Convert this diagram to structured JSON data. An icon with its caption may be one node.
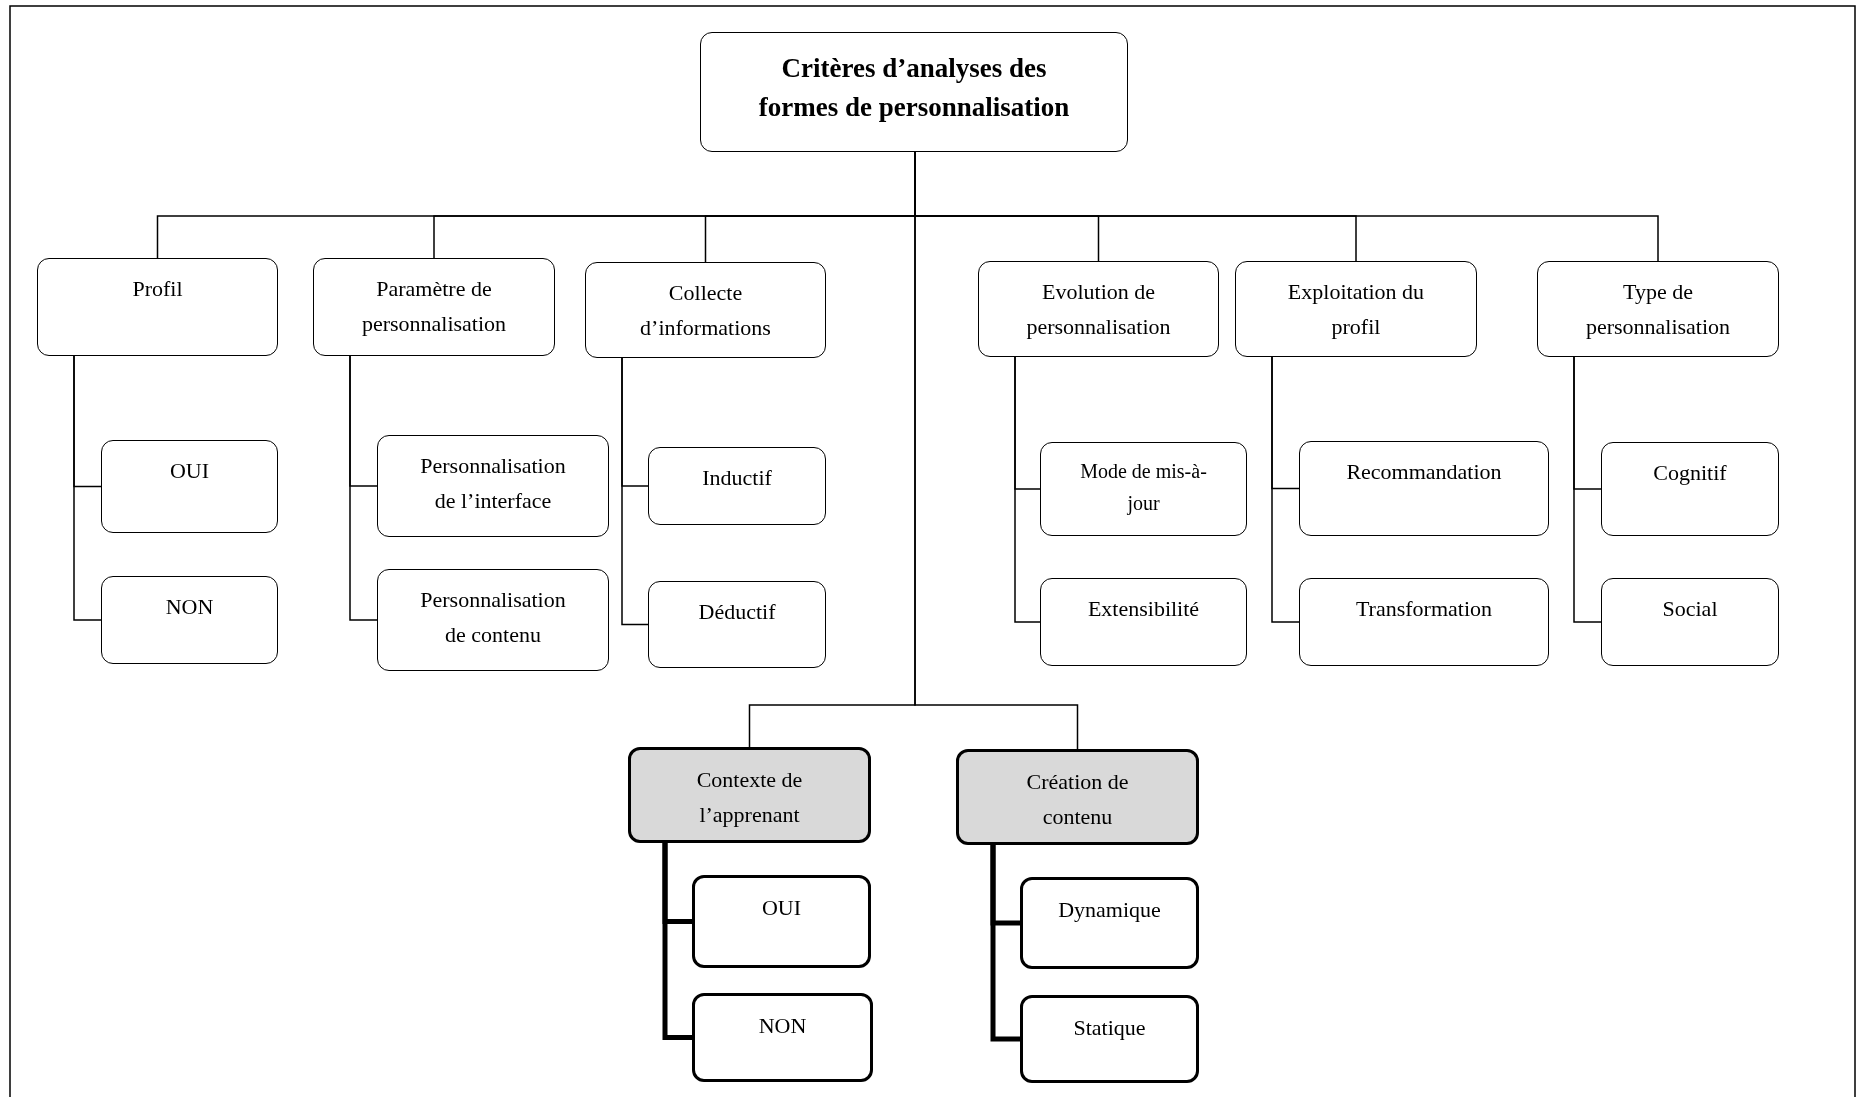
{
  "diagram": {
    "nodes": [
      {
        "text": [
          "Critères d’analyses des formes de personnalisation"
        ]
      },
      {
        "text": [
          "Profil"
        ]
      },
      {
        "text": [
          "Paramètre de personnalisation"
        ]
      },
      {
        "text": [
          "Collecte d’informations"
        ]
      },
      {
        "text": [
          "Evolution de personnalisation"
        ]
      },
      {
        "text": [
          "Exploitation du profil"
        ]
      },
      {
        "text": [
          "Type de personnalisation"
        ]
      },
      {
        "text": [
          "OUI"
        ]
      },
      {
        "text": [
          "NON"
        ]
      },
      {
        "text": [
          "Personnalisation de l’interface"
        ]
      },
      {
        "text": [
          "Personnalisation de contenu"
        ]
      },
      {
        "text": [
          "Inductif"
        ]
      },
      {
        "text": [
          "Déductif"
        ]
      },
      {
        "text": [
          "Mode de mis-à-jour"
        ]
      },
      {
        "text": [
          "Extensibilité"
        ]
      },
      {
        "text": [
          "Recommandation"
        ]
      },
      {
        "text": [
          "Transformation"
        ]
      },
      {
        "text": [
          "Cognitif"
        ]
      },
      {
        "text": [
          "Social"
        ]
      },
      {
        "text": [
          "Contexte de l’apprenant"
        ]
      },
      {
        "text": [
          "Création de contenu"
        ]
      },
      {
        "text": [
          "OUI"
        ]
      },
      {
        "text": [
          "NON"
        ]
      },
      {
        "text": [
          "Dynamique"
        ]
      },
      {
        "text": [
          "Statique"
        ]
      }
    ],
    "edges": [
      {
        "from": 0,
        "to": 1,
        "arrow": "none"
      },
      {
        "from": 0,
        "to": 2,
        "arrow": "none"
      },
      {
        "from": 0,
        "to": 3,
        "arrow": "none"
      },
      {
        "from": 0,
        "to": 4,
        "arrow": "none"
      },
      {
        "from": 0,
        "to": 5,
        "arrow": "none"
      },
      {
        "from": 0,
        "to": 6,
        "arrow": "none"
      },
      {
        "from": 0,
        "to": 19,
        "arrow": "none"
      },
      {
        "from": 0,
        "to": 20,
        "arrow": "none"
      },
      {
        "from": 1,
        "to": 7,
        "arrow": "none"
      },
      {
        "from": 1,
        "to": 8,
        "arrow": "none"
      },
      {
        "from": 2,
        "to": 9,
        "arrow": "none"
      },
      {
        "from": 2,
        "to": 10,
        "arrow": "none"
      },
      {
        "from": 3,
        "to": 11,
        "arrow": "none"
      },
      {
        "from": 3,
        "to": 12,
        "arrow": "none"
      },
      {
        "from": 4,
        "to": 13,
        "arrow": "none"
      },
      {
        "from": 4,
        "to": 14,
        "arrow": "none"
      },
      {
        "from": 5,
        "to": 15,
        "arrow": "none"
      },
      {
        "from": 5,
        "to": 16,
        "arrow": "none"
      },
      {
        "from": 6,
        "to": 17,
        "arrow": "none"
      },
      {
        "from": 6,
        "to": 18,
        "arrow": "none"
      },
      {
        "from": 19,
        "to": 21,
        "arrow": "none",
        "style": "thick"
      },
      {
        "from": 19,
        "to": 22,
        "arrow": "none",
        "style": "thick"
      },
      {
        "from": 20,
        "to": 23,
        "arrow": "none",
        "style": "thick"
      },
      {
        "from": 20,
        "to": 24,
        "arrow": "none",
        "style": "thick"
      }
    ]
  }
}
